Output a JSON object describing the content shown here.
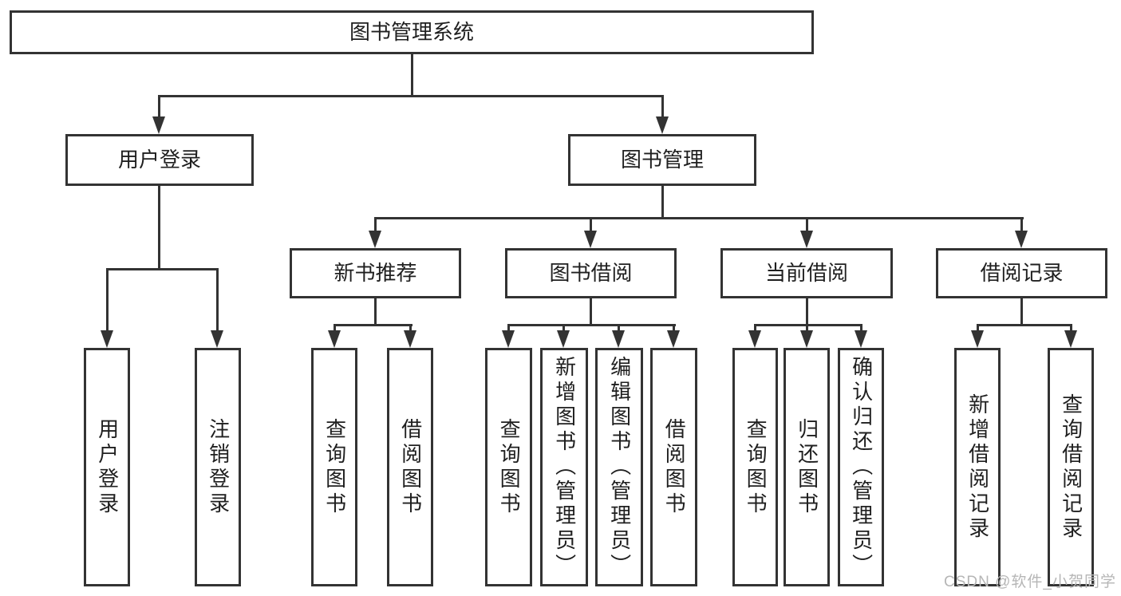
{
  "diagram": {
    "root": {
      "label": "图书管理系统"
    },
    "level2": [
      {
        "label": "用户登录"
      },
      {
        "label": "图书管理"
      }
    ],
    "level3": [
      {
        "label": "新书推荐"
      },
      {
        "label": "图书借阅"
      },
      {
        "label": "当前借阅"
      },
      {
        "label": "借阅记录"
      }
    ],
    "leaves": {
      "g1": [
        "用户登录",
        "注销登录"
      ],
      "g2": [
        "查询图书",
        "借阅图书"
      ],
      "g3": [
        "查询图书",
        "新增图书（管理员）",
        "编辑图书（管理员）",
        "借阅图书"
      ],
      "g4": [
        "查询图书",
        "归还图书",
        "确认归还（管理员）"
      ],
      "g5": [
        "新增借阅记录",
        "查询借阅记录"
      ]
    }
  },
  "watermark": "CSDN @软件_小贺同学",
  "colors": {
    "line": "#333333",
    "text": "#1f1f1f",
    "watermark": "#b6b6b6",
    "background": "#ffffff"
  }
}
